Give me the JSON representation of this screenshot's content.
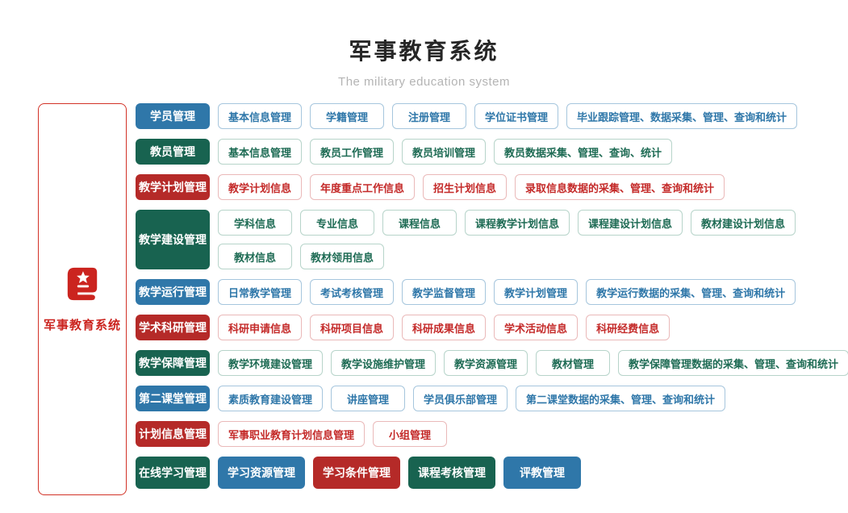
{
  "header": {
    "title": "军事教育系统",
    "subtitle": "The military education system"
  },
  "sidebar": {
    "label": "军事教育系统",
    "icon": "book-star-icon",
    "border_color": "#d23227",
    "accent_color": "#cb241f"
  },
  "palette": {
    "blue": {
      "solid": "#2f77a9",
      "text": "#2f77a9",
      "border": "#a6c6dd"
    },
    "green": {
      "solid": "#186350",
      "text": "#1e6b54",
      "border": "#b7d4ca"
    },
    "red": {
      "solid": "#b52a28",
      "text": "#c42a29",
      "border": "#eab9b9"
    }
  },
  "rows": [
    {
      "category": {
        "label": "学员管理",
        "scheme": "blue"
      },
      "lines": [
        [
          {
            "label": "基本信息管理"
          },
          {
            "label": "学籍管理"
          },
          {
            "label": "注册管理"
          },
          {
            "label": "学位证书管理"
          },
          {
            "label": "毕业跟踪管理、数据采集、管理、查询和统计"
          }
        ]
      ]
    },
    {
      "category": {
        "label": "教员管理",
        "scheme": "green"
      },
      "lines": [
        [
          {
            "label": "基本信息管理"
          },
          {
            "label": "教员工作管理"
          },
          {
            "label": "教员培训管理"
          },
          {
            "label": "教员数据采集、管理、查询、统计"
          }
        ]
      ]
    },
    {
      "category": {
        "label": "教学计划管理",
        "scheme": "red"
      },
      "lines": [
        [
          {
            "label": "教学计划信息"
          },
          {
            "label": "年度重点工作信息"
          },
          {
            "label": "招生计划信息"
          },
          {
            "label": "录取信息数据的采集、管理、查询和统计"
          }
        ]
      ]
    },
    {
      "category": {
        "label": "教学建设管理",
        "scheme": "green"
      },
      "lines": [
        [
          {
            "label": "学科信息"
          },
          {
            "label": "专业信息"
          },
          {
            "label": "课程信息"
          },
          {
            "label": "课程教学计划信息"
          },
          {
            "label": "课程建设计划信息"
          },
          {
            "label": "教材建设计划信息"
          }
        ],
        [
          {
            "label": "教材信息"
          },
          {
            "label": "教材领用信息"
          }
        ]
      ]
    },
    {
      "category": {
        "label": "教学运行管理",
        "scheme": "blue"
      },
      "lines": [
        [
          {
            "label": "日常教学管理"
          },
          {
            "label": "考试考核管理"
          },
          {
            "label": "教学监督管理"
          },
          {
            "label": "教学计划管理"
          },
          {
            "label": "教学运行数据的采集、管理、查询和统计"
          }
        ]
      ]
    },
    {
      "category": {
        "label": "学术科研管理",
        "scheme": "red"
      },
      "lines": [
        [
          {
            "label": "科研申请信息"
          },
          {
            "label": "科研项目信息"
          },
          {
            "label": "科研成果信息"
          },
          {
            "label": "学术活动信息"
          },
          {
            "label": "科研经费信息"
          }
        ]
      ]
    },
    {
      "category": {
        "label": "教学保障管理",
        "scheme": "green"
      },
      "lines": [
        [
          {
            "label": "教学环境建设管理"
          },
          {
            "label": "教学设施维护管理"
          },
          {
            "label": "教学资源管理"
          },
          {
            "label": "教材管理"
          },
          {
            "label": "教学保障管理数据的采集、管理、查询和统计"
          }
        ]
      ]
    },
    {
      "category": {
        "label": "第二课堂管理",
        "scheme": "blue"
      },
      "lines": [
        [
          {
            "label": "素质教育建设管理"
          },
          {
            "label": "讲座管理"
          },
          {
            "label": "学员俱乐部管理"
          },
          {
            "label": "第二课堂数据的采集、管理、查询和统计"
          }
        ]
      ]
    },
    {
      "category": {
        "label": "计划信息管理",
        "scheme": "red"
      },
      "lines": [
        [
          {
            "label": "军事职业教育计划信息管理"
          },
          {
            "label": "小组管理"
          }
        ]
      ]
    },
    {
      "category": {
        "label": "在线学习管理",
        "scheme": "green"
      },
      "tall": true,
      "lines": [
        [
          {
            "label": "学习资源管理",
            "scheme": "blue",
            "solid": true
          },
          {
            "label": "学习条件管理",
            "scheme": "red",
            "solid": true
          },
          {
            "label": "课程考核管理",
            "scheme": "green",
            "solid": true
          },
          {
            "label": "评教管理",
            "scheme": "blue",
            "solid": true
          }
        ]
      ]
    }
  ]
}
